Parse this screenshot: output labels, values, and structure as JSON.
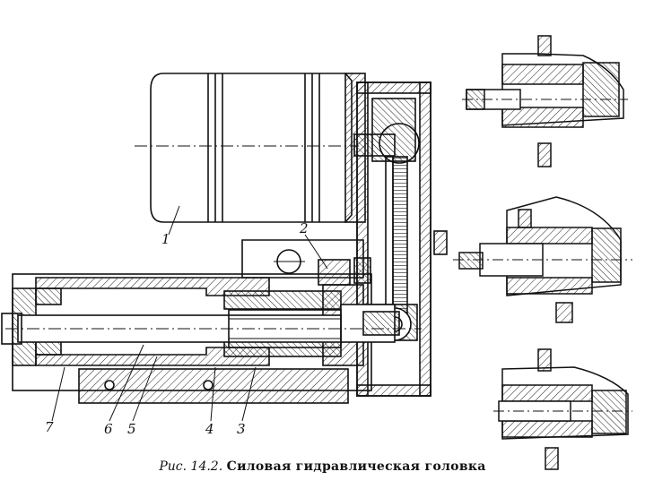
{
  "labels": {
    "l1": "1",
    "l2": "2",
    "l3": "3",
    "l4": "4",
    "l5": "5",
    "l6": "6",
    "l7": "7"
  },
  "caption": {
    "figure": "Рис. 14.2.",
    "title": "Силовая гидравлическая головка"
  }
}
